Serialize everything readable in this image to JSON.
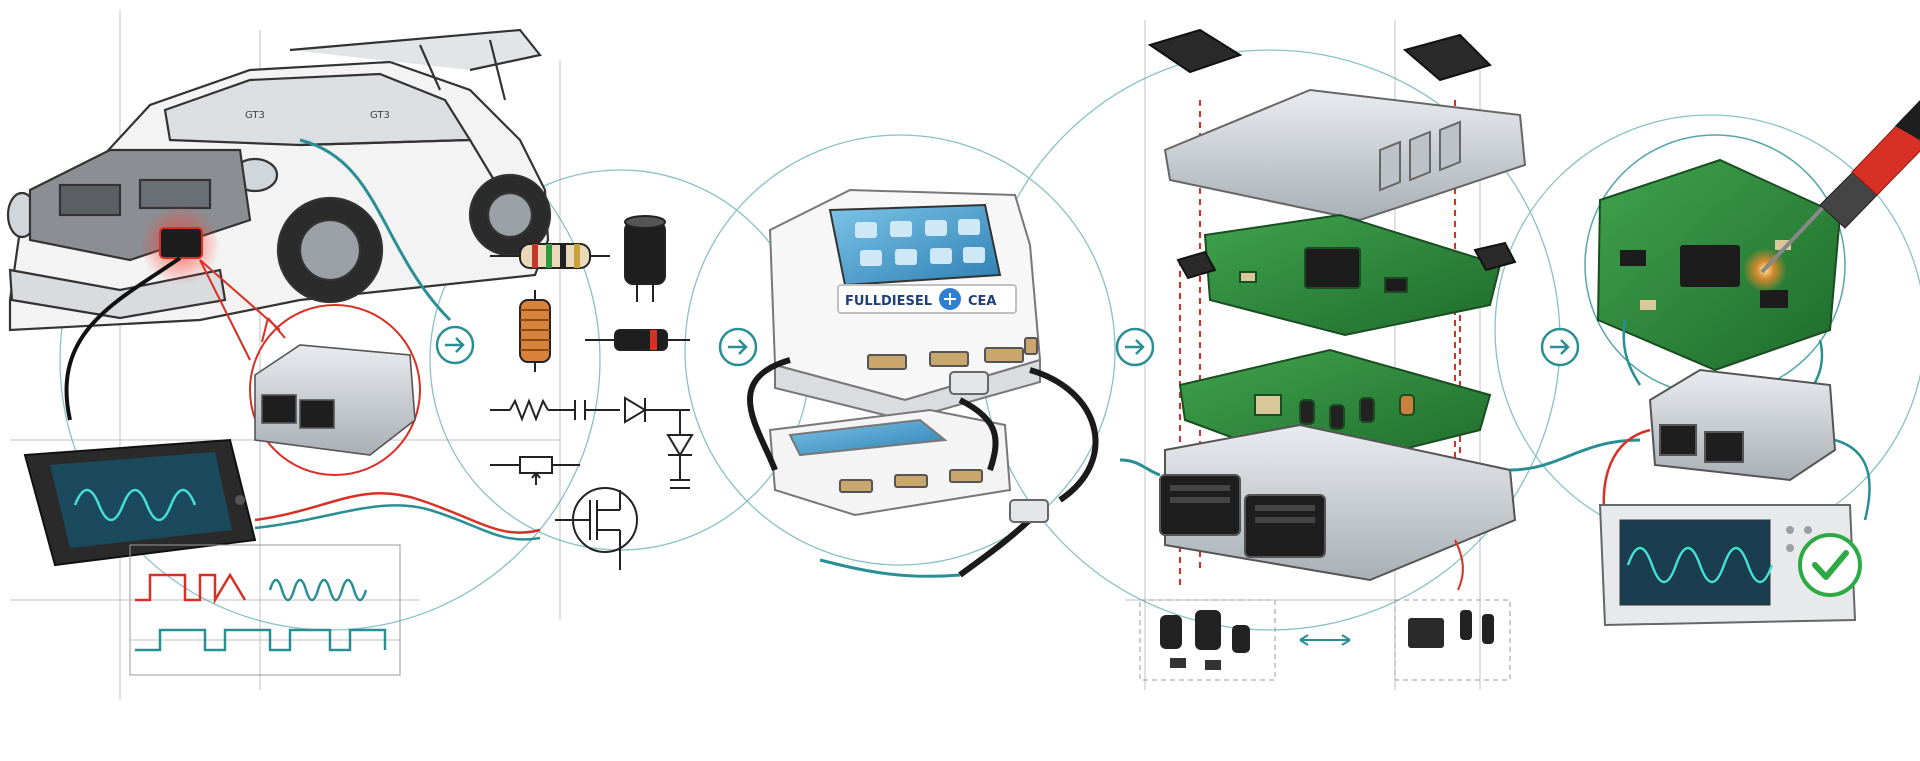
{
  "labels": {
    "car_badge": "GT3",
    "interface_brand_left": "FULLDIESEL",
    "interface_brand_right": "CEA"
  },
  "colors": {
    "teal": "#2a8f95",
    "red": "#d93025",
    "ink": "#222222",
    "grid": "#9a9a9a",
    "pcb": "#2f8a3b",
    "pcb_dark": "#1f5f29",
    "metal": "#c9ced3",
    "metal_dark": "#8a9097",
    "screen_blue": "#4da6d9",
    "check_green": "#2eaa44"
  },
  "icons": {
    "flow_arrow": "arrow-right-circle-icon",
    "check": "check-circle-icon"
  }
}
